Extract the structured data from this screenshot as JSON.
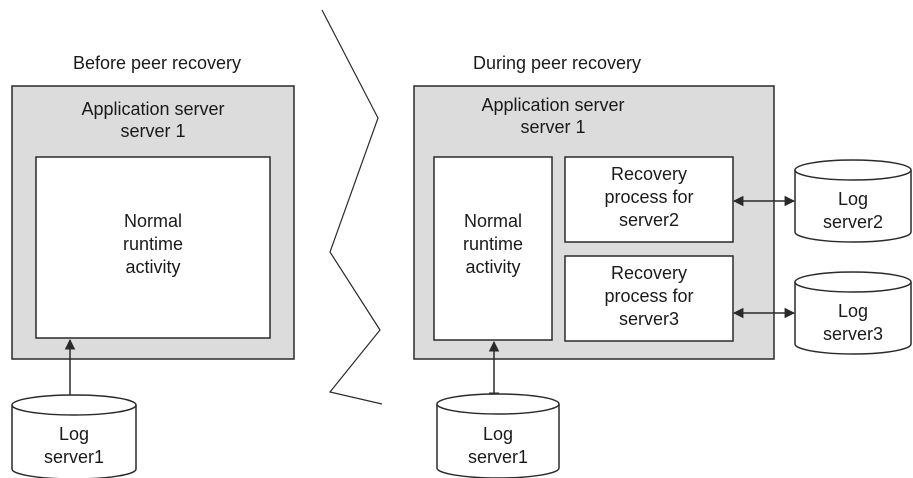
{
  "left": {
    "caption": "Before peer recovery",
    "server_title_1": "Application server",
    "server_title_2": "server 1",
    "activity": [
      "Normal",
      "runtime",
      "activity"
    ],
    "log": [
      "Log",
      "server1"
    ]
  },
  "right": {
    "caption": "During peer recovery",
    "server_title_1": "Application server",
    "server_title_2": "server 1",
    "activity": [
      "Normal",
      "runtime",
      "activity"
    ],
    "recovery2": [
      "Recovery",
      "process for",
      "server2"
    ],
    "recovery3": [
      "Recovery",
      "process for",
      "server3"
    ],
    "log1": [
      "Log",
      "server1"
    ],
    "log2": [
      "Log",
      "server2"
    ],
    "log3": [
      "Log",
      "server3"
    ]
  },
  "colors": {
    "server_fill": "#dcdcdc",
    "line": "#2a2a2a",
    "box_fill": "#ffffff"
  }
}
